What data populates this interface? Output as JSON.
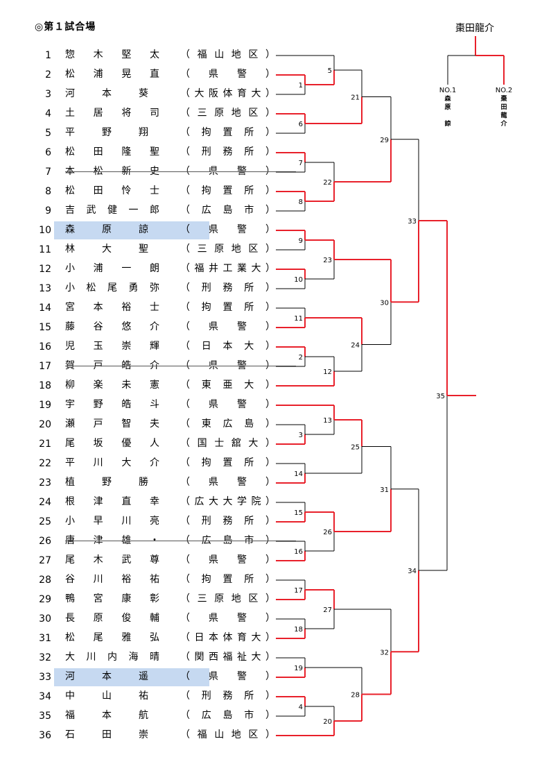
{
  "title": "◎第１試合場",
  "champion": {
    "name": "棗田龍介"
  },
  "finalists": [
    {
      "label": "NO.1",
      "name": "森\n原\n\n諒"
    },
    {
      "label": "NO.2",
      "name": "棗\n田\n龍\n介"
    }
  ],
  "entries": [
    {
      "no": "1",
      "name": "惣　木　堅　太",
      "affiliation": "（福山地区）"
    },
    {
      "no": "2",
      "name": "松　浦　晃　直",
      "affiliation": "（　県　警　）"
    },
    {
      "no": "3",
      "name": "河　　本　　葵",
      "affiliation": "（大阪体育大）"
    },
    {
      "no": "4",
      "name": "土　居　将　司",
      "affiliation": "（三原地区）"
    },
    {
      "no": "5",
      "name": "平　　野　　翔",
      "affiliation": "（拘置所）"
    },
    {
      "no": "6",
      "name": "松　田　隆　聖",
      "affiliation": "（刑務所）"
    },
    {
      "no": "7",
      "name": "本　松　新　史",
      "affiliation": "（　県　警　）",
      "withdrawn": true
    },
    {
      "no": "8",
      "name": "松　田　怜　士",
      "affiliation": "（拘置所）"
    },
    {
      "no": "9",
      "name": "吉武健一郎",
      "affiliation": "（広島市）"
    },
    {
      "no": "10",
      "name": "森　　原　　諒",
      "affiliation": "（　県　警　）",
      "highlight": true
    },
    {
      "no": "11",
      "name": "林　　大　　聖",
      "affiliation": "（三原地区）"
    },
    {
      "no": "12",
      "name": "小　浦　一　朗",
      "affiliation": "（福井工業大）"
    },
    {
      "no": "13",
      "name": "小松尾勇弥",
      "affiliation": "（刑務所）"
    },
    {
      "no": "14",
      "name": "宮　本　裕　士",
      "affiliation": "（拘置所）"
    },
    {
      "no": "15",
      "name": "藤　谷　悠　介",
      "affiliation": "（　県　警　）"
    },
    {
      "no": "16",
      "name": "児　玉　崇　輝",
      "affiliation": "（日本大）"
    },
    {
      "no": "17",
      "name": "賀　戸　皓　介",
      "affiliation": "（　県　警　）",
      "withdrawn": true
    },
    {
      "no": "18",
      "name": "柳　楽　未　憲",
      "affiliation": "（東亜大）"
    },
    {
      "no": "19",
      "name": "宇　野　皓　斗",
      "affiliation": "（　県　警　）"
    },
    {
      "no": "20",
      "name": "瀬　戸　智　夫",
      "affiliation": "（東広島）"
    },
    {
      "no": "21",
      "name": "尾　坂　優　人",
      "affiliation": "（国士舘大）"
    },
    {
      "no": "22",
      "name": "平　川　大　介",
      "affiliation": "（拘置所）"
    },
    {
      "no": "23",
      "name": "植　　野　　勝",
      "affiliation": "（　県　警　）"
    },
    {
      "no": "24",
      "name": "根　津　直　幸",
      "affiliation": "（広大大学院）"
    },
    {
      "no": "25",
      "name": "小　早　川　亮",
      "affiliation": "（刑務所）"
    },
    {
      "no": "26",
      "name": "唐　津　雄　・",
      "affiliation": "（広島市）",
      "withdrawn": true
    },
    {
      "no": "27",
      "name": "尾　木　武　尊",
      "affiliation": "（　県　警　）"
    },
    {
      "no": "28",
      "name": "谷　川　裕　祐",
      "affiliation": "（拘置所）"
    },
    {
      "no": "29",
      "name": "鴨　宮　康　彰",
      "affiliation": "（三原地区）"
    },
    {
      "no": "30",
      "name": "長　原　俊　輔",
      "affiliation": "（　県　警　）"
    },
    {
      "no": "31",
      "name": "松　尾　雅　弘",
      "affiliation": "（日本体育大）"
    },
    {
      "no": "32",
      "name": "大川内海晴",
      "affiliation": "（関西福祉大）"
    },
    {
      "no": "33",
      "name": "河　　本　　遥",
      "affiliation": "（　県　警　）",
      "highlight": true
    },
    {
      "no": "34",
      "name": "中　　山　　祐",
      "affiliation": "（刑務所）"
    },
    {
      "no": "35",
      "name": "福　　本　　航",
      "affiliation": "（広島市）"
    },
    {
      "no": "36",
      "name": "石　　田　　崇",
      "affiliation": "（福山地区）"
    }
  ],
  "matches": [
    {
      "id": "1",
      "a": "e2",
      "b": "e3",
      "winner": "a"
    },
    {
      "id": "2",
      "a": "e16",
      "b": "e17",
      "winner": "a"
    },
    {
      "id": "3",
      "a": "e20",
      "b": "e21",
      "winner": "b"
    },
    {
      "id": "4",
      "a": "e34",
      "b": "e35",
      "winner": "a"
    },
    {
      "id": "5",
      "a": "e1",
      "b": "m1",
      "winner": "b"
    },
    {
      "id": "6",
      "a": "e4",
      "b": "e5",
      "winner": "a"
    },
    {
      "id": "7",
      "a": "e6",
      "b": "e7",
      "winner": "a"
    },
    {
      "id": "8",
      "a": "e8",
      "b": "e9",
      "winner": "a"
    },
    {
      "id": "9",
      "a": "e10",
      "b": "e11",
      "winner": "a"
    },
    {
      "id": "10",
      "a": "e12",
      "b": "e13",
      "winner": "a"
    },
    {
      "id": "11",
      "a": "e14",
      "b": "e15",
      "winner": "b"
    },
    {
      "id": "12",
      "a": "m2",
      "b": "e18",
      "winner": "b"
    },
    {
      "id": "13",
      "a": "e19",
      "b": "m3",
      "winner": "a"
    },
    {
      "id": "14",
      "a": "e22",
      "b": "e23",
      "winner": "b"
    },
    {
      "id": "15",
      "a": "e24",
      "b": "e25",
      "winner": "b"
    },
    {
      "id": "16",
      "a": "e26",
      "b": "e27",
      "winner": "b"
    },
    {
      "id": "17",
      "a": "e28",
      "b": "e29",
      "winner": "b"
    },
    {
      "id": "18",
      "a": "e30",
      "b": "e31",
      "winner": "b"
    },
    {
      "id": "19",
      "a": "e32",
      "b": "e33",
      "winner": "b"
    },
    {
      "id": "20",
      "a": "m4",
      "b": "e36",
      "winner": "b"
    },
    {
      "id": "21",
      "a": "m5",
      "b": "m6",
      "winner": "b"
    },
    {
      "id": "22",
      "a": "m7",
      "b": "m8",
      "winner": "b"
    },
    {
      "id": "23",
      "a": "m9",
      "b": "m10",
      "winner": "a"
    },
    {
      "id": "24",
      "a": "m11",
      "b": "m12",
      "winner": "a"
    },
    {
      "id": "25",
      "a": "m13",
      "b": "m14",
      "winner": "a"
    },
    {
      "id": "26",
      "a": "m15",
      "b": "m16",
      "winner": "a"
    },
    {
      "id": "27",
      "a": "m17",
      "b": "m18",
      "winner": "a"
    },
    {
      "id": "28",
      "a": "m19",
      "b": "m20",
      "winner": "b"
    },
    {
      "id": "29",
      "a": "m21",
      "b": "m22",
      "winner": "b"
    },
    {
      "id": "30",
      "a": "m23",
      "b": "m24",
      "winner": "a"
    },
    {
      "id": "31",
      "a": "m25",
      "b": "m26",
      "winner": "b"
    },
    {
      "id": "32",
      "a": "m27",
      "b": "m28",
      "winner": "b"
    },
    {
      "id": "33",
      "a": "m29",
      "b": "m30",
      "winner": "b"
    },
    {
      "id": "34",
      "a": "m31",
      "b": "m32",
      "winner": "b"
    },
    {
      "id": "35",
      "a": "m33",
      "b": "m34",
      "winner": "a"
    }
  ],
  "colors": {
    "win": "#e8202a",
    "lose": "#000000",
    "highlight": "#c6d9f1"
  }
}
